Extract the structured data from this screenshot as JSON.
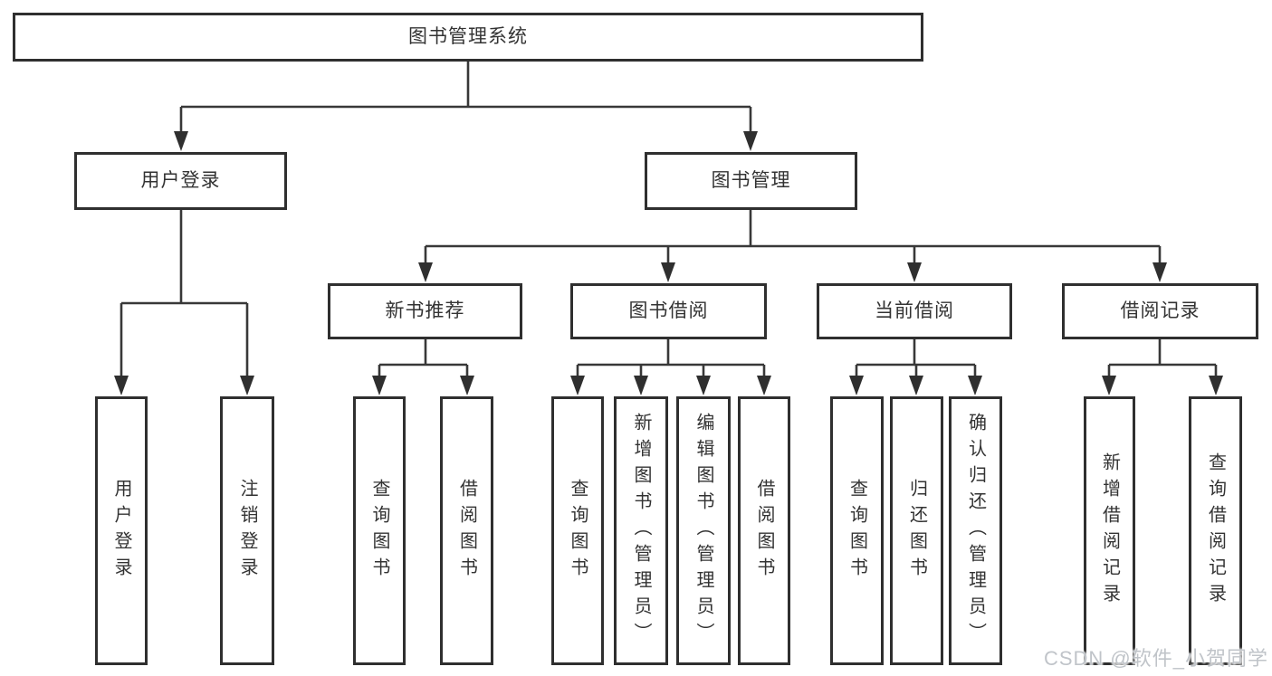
{
  "tree": {
    "label": "图书管理系统",
    "children": [
      {
        "label": "用户登录",
        "children": [
          {
            "label": "用户登录"
          },
          {
            "label": "注销登录"
          }
        ]
      },
      {
        "label": "图书管理",
        "children": [
          {
            "label": "新书推荐",
            "children": [
              {
                "label": "查询图书"
              },
              {
                "label": "借阅图书"
              }
            ]
          },
          {
            "label": "图书借阅",
            "children": [
              {
                "label": "查询图书"
              },
              {
                "label": "新增图书（管理员）"
              },
              {
                "label": "编辑图书（管理员）"
              },
              {
                "label": "借阅图书"
              }
            ]
          },
          {
            "label": "当前借阅",
            "children": [
              {
                "label": "查询图书"
              },
              {
                "label": "归还图书"
              },
              {
                "label": "确认归还（管理员）"
              }
            ]
          },
          {
            "label": "借阅记录",
            "children": [
              {
                "label": "新增借阅记录"
              },
              {
                "label": "查询借阅记录"
              }
            ]
          }
        ]
      }
    ]
  },
  "watermark": {
    "text": "CSDN @软件_小贺同学",
    "color": "#c0c4c9"
  },
  "colors": {
    "line": "#383838",
    "box_border": "#2f2f2f",
    "box_fill": "#ffffff",
    "text": "#333333",
    "background": "#ffffff"
  }
}
